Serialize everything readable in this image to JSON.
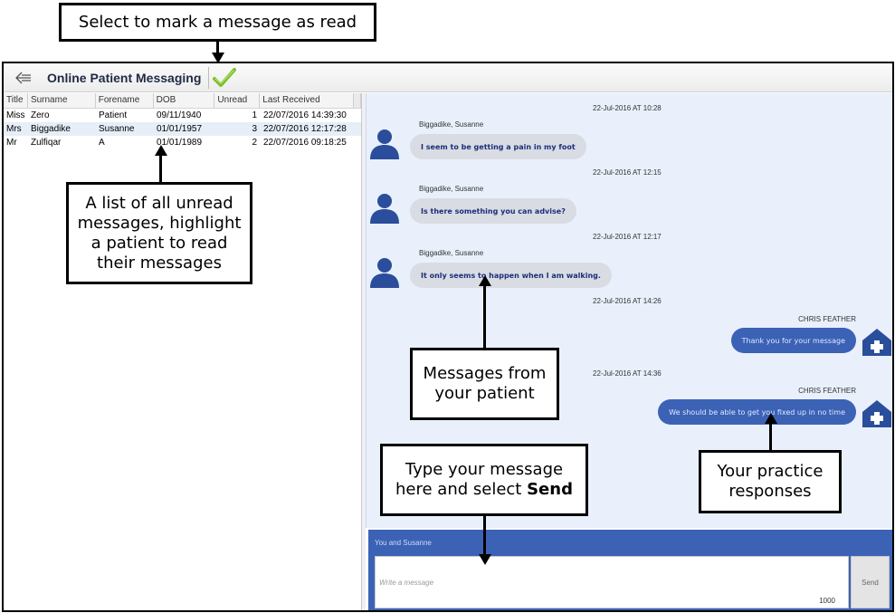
{
  "annotations": {
    "mark_read": "Select to mark a message as read",
    "list_info": [
      "A list of all unread",
      "messages, highlight",
      "a patient to read",
      "their messages"
    ],
    "from_patient": [
      "Messages from",
      "your patient"
    ],
    "type_message": [
      "Type your message",
      "here and select "
    ],
    "type_message_bold": "Send",
    "practice_responses": [
      "Your practice",
      "responses"
    ]
  },
  "toolbar": {
    "title": "Online Patient Messaging",
    "back_icon": "back-arrow-icon",
    "mark_read_icon": "checkmark-icon"
  },
  "patient_list": {
    "columns": [
      "Title",
      "Surname",
      "Forename",
      "DOB",
      "Unread",
      "Last Received"
    ],
    "rows": [
      {
        "title": "Miss",
        "surname": "Zero",
        "forename": "Patient",
        "dob": "09/11/1940",
        "unread": "1",
        "last_received": "22/07/2016 14:39:30"
      },
      {
        "title": "Mrs",
        "surname": "Biggadike",
        "forename": "Susanne",
        "dob": "01/01/1957",
        "unread": "3",
        "last_received": "22/07/2016 12:17:28"
      },
      {
        "title": "Mr",
        "surname": "Zulfiqar",
        "forename": "A",
        "dob": "01/01/1989",
        "unread": "2",
        "last_received": "22/07/2016 09:18:25"
      }
    ],
    "selected_index": 1
  },
  "chat": {
    "messages": [
      {
        "timestamp": "22-Jul-2016 AT 10:28",
        "sender": "Biggadike, Susanne",
        "text": "I seem to be getting a pain in my foot",
        "direction": "in"
      },
      {
        "timestamp": "22-Jul-2016 AT 12:15",
        "sender": "Biggadike, Susanne",
        "text": "Is there something you can advise?",
        "direction": "in"
      },
      {
        "timestamp": "22-Jul-2016 AT 12:17",
        "sender": "Biggadike, Susanne",
        "text": "It only seems to happen when I am walking.",
        "direction": "in"
      },
      {
        "timestamp": "22-Jul-2016 AT 14:26",
        "sender": "CHRIS FEATHER",
        "text": "Thank you for your message",
        "direction": "out"
      },
      {
        "timestamp": "22-Jul-2016 AT 14:36",
        "sender": "CHRIS FEATHER",
        "text": "We should be able to get you fixed up in no time",
        "direction": "out"
      }
    ]
  },
  "composer": {
    "label": "You and Susanne",
    "placeholder": "Write a message",
    "char_count": "1000",
    "send_label": "Send"
  },
  "colors": {
    "accent_blue": "#3b62b5",
    "chat_background": "#e9f0fb",
    "incoming_bubble": "#d9dce3",
    "avatar_blue": "#2a4e9b"
  }
}
